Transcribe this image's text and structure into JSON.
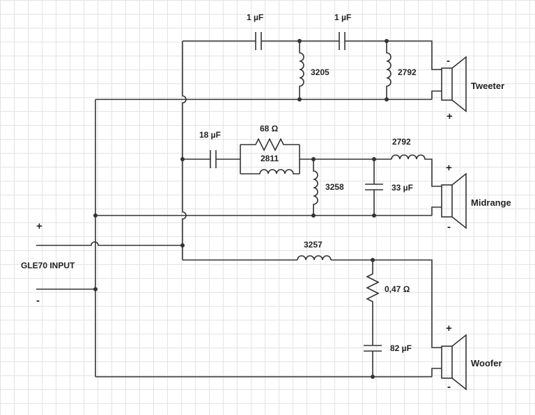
{
  "input": {
    "label": "GLE70 INPUT",
    "plus": "+",
    "minus": "-"
  },
  "tweeter": {
    "capacitor_1": "1 µF",
    "capacitor_2": "1 µF",
    "inductor_1": "3205",
    "inductor_2": "2792",
    "speaker_label": "Tweeter",
    "terminal_top": "-",
    "terminal_bottom": "+"
  },
  "midrange": {
    "capacitor_1": "18 µF",
    "resistor": "68 Ω",
    "inductor_parallel": "2811",
    "inductor_shunt": "3258",
    "inductor_series": "2792",
    "capacitor_shunt": "33 µF",
    "speaker_label": "Midrange",
    "terminal_top": "+",
    "terminal_bottom": "-"
  },
  "woofer": {
    "inductor_series": "3257",
    "resistor": "0,47 Ω",
    "capacitor": "82 µF",
    "speaker_label": "Woofer",
    "terminal_top": "+",
    "terminal_bottom": "-"
  }
}
